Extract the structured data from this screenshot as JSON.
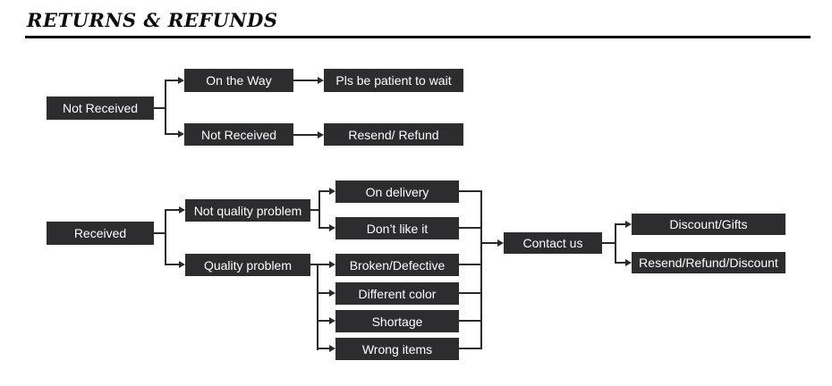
{
  "title": "RETURNS & REFUNDS",
  "flow": {
    "notReceived": {
      "root": "Not Received",
      "onTheWay": "On the Way",
      "onTheWayOutcome": "Pls be patient to wait",
      "notReceivedCase": "Not Received",
      "notReceivedOutcome": "Resend/ Refund"
    },
    "received": {
      "root": "Received",
      "notQualityProblem": "Not quality problem",
      "notQualityReasons": [
        "On delivery",
        "Don’t like it"
      ],
      "qualityProblem": "Quality problem",
      "qualityReasons": [
        "Broken/Defective",
        "Different color",
        "Shortage",
        "Wrong items"
      ],
      "contact": "Contact us",
      "outcomes": [
        "Discount/Gifts",
        "Resend/Refund/Discount"
      ]
    }
  },
  "colors": {
    "nodeBg": "#2d2c2e",
    "nodeText": "#ffffff",
    "line": "#2a292b",
    "titleRule": "#060606"
  }
}
